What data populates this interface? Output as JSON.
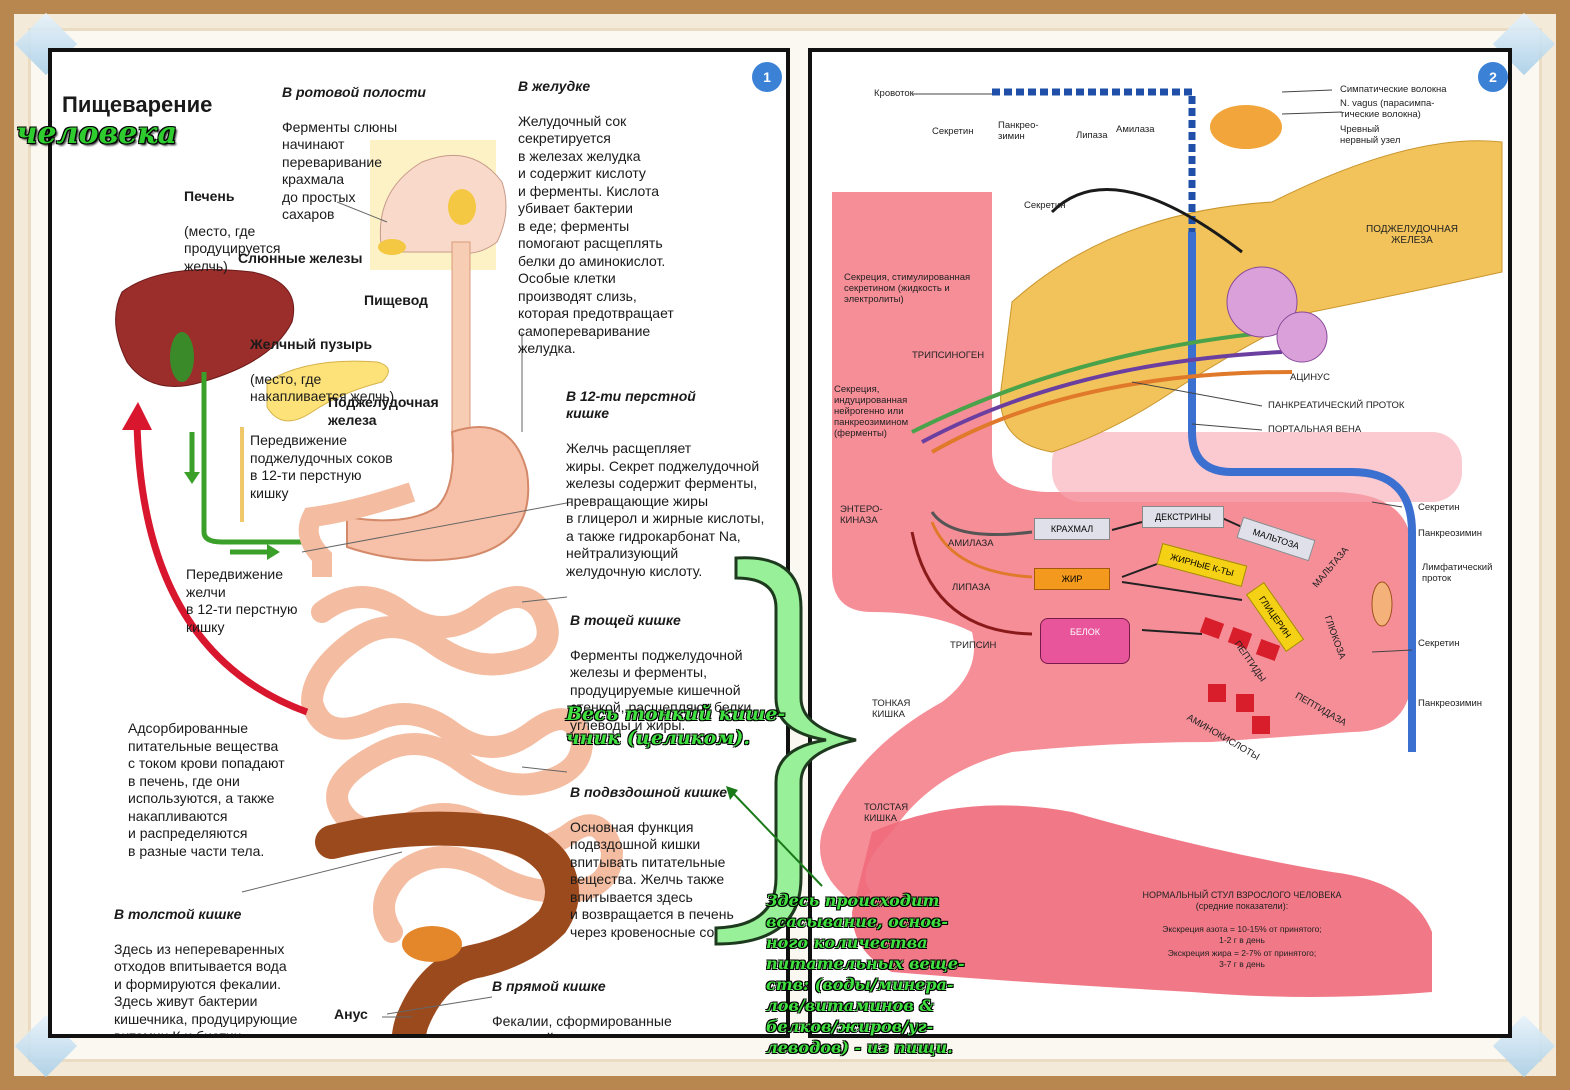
{
  "left_panel": {
    "number": "1",
    "title": "Пищеварение",
    "title_overlay": "человека",
    "sections": {
      "mouth": {
        "heading": "В ротовой полости",
        "text": "Ферменты слюны\nначинают\nпереваривание\nкрахмала\nдо простых\nсахаров"
      },
      "stomach": {
        "heading": "В желудке",
        "text": "Желудочный сок\nсекретируется\nв железах желудка\nи содержит кислоту\nи ферменты. Кислота\nубивает бактерии\nв еде; ферменты\nпомогают расщеплять\nбелки до аминокислот.\nОсобые клетки\nпроизводят слизь,\nкоторая предотвращает\nсамопереваривание\nжелудка."
      },
      "liver": {
        "heading": "Печень",
        "text": "(место, где\nпродуцируется\nжелчь)"
      },
      "salivary": {
        "heading": "Слюнные железы"
      },
      "esophagus": {
        "heading": "Пищевод"
      },
      "gallbladder": {
        "heading": "Желчный пузырь",
        "text": "(место, где\nнакапливается желчь)"
      },
      "pancreas": {
        "heading": "Поджелудочная\nжелеза"
      },
      "duodenum": {
        "heading": "В 12-ти перстной\nкишке",
        "text": "Желчь расщепляет\nжиры. Секрет поджелудочной\nжелезы содержит ферменты,\nпревращающие жиры\nв глицерол и жирные кислоты,\nа также гидрокарбонат Na,\nнейтрализующий\nжелудочную кислоту."
      },
      "pancreatic_move": {
        "text": "Передвижение\nподжелудочных соков\nв 12-ти перстную\nкишку"
      },
      "bile_move": {
        "text": "Передвижение\nжелчи\nв 12-ти перстную\nкишку"
      },
      "jejunum": {
        "heading": "В тощей кишке",
        "text": "Ферменты поджелудочной\nжелезы и ферменты,\nпродуцируемые кишечной\nстенкой, расщепляют белки,\nуглеводы и жиры."
      },
      "absorbed": {
        "text": "Адсорбированные\nпитательные вещества\nс током крови попадают\nв печень, где они\nиспользуются, а также\nнакапливаются\nи распределяются\nв разные части тела."
      },
      "ileum": {
        "heading": "В подвздошной кишке",
        "text": "Основная функция\nподвздошной кишки\nвпитывать питательные\nвещества. Желчь также\nвпитывается здесь\nи возвращается в печень\nчерез кровеносные сосуды."
      },
      "colon": {
        "heading": "В толстой кишке",
        "text": "Здесь из непереваренных\nотходов впитывается вода\nи формируются фекалии.\nЗдесь живут бактерии\nкишечника, продуцирующие\nвитамин К и биотин"
      },
      "rectum": {
        "heading": "В прямой кишке",
        "text": "Фекалии, сформированные\nв толстой кишке накапливаются\nздесь. А затем выводятся наружу."
      },
      "anus": {
        "heading": "Анус"
      }
    }
  },
  "overlay": {
    "small_intestine": "Весь тонкий кише-\nчник (целиком).",
    "absorption": "Здесь происходит\nвсасывание, основ-\nного количества\nпитательных веще-\nств: (воды/минера-\nлов/витаминов &\nбелков/жиров/уг-\nлеводов) - из пищи."
  },
  "right_panel": {
    "number": "2",
    "labels": {
      "blood": "Кровоток",
      "secretin1": "Секретин",
      "pancreozymin1": "Панкрео-\nзимин",
      "lipase_top": "Липаза",
      "amylase_top": "Амилаза",
      "sympathetic": "Симпатические волокна",
      "vagus": "N. vagus (парасимпа-\nтические волокна)",
      "celiac": "Чревный\nнервный узел",
      "secretin2": "Секретин",
      "pancreas": "ПОДЖЕЛУДОЧНАЯ\nЖЕЛЕЗА",
      "secretion_secretin": "Секреция, стимулированная\nсекретином (жидкость и\nэлектролиты)",
      "trypsinogen": "ТРИПСИНОГЕН",
      "secretion_neuro": "Секреция,\nиндуцированная\nнейрогенно или\nпанкреозимином\n(ферменты)",
      "acinus": "АЦИНУС",
      "pancreatic_duct": "ПАНКРЕАТИЧЕСКИЙ ПРОТОК",
      "portal_vein": "ПОРТАЛЬНАЯ ВЕНА",
      "enterokinase": "ЭНТЕРО-\nКИНАЗА",
      "amylase": "АМИЛАЗА",
      "lipase": "ЛИПАЗА",
      "trypsin": "ТРИПСИН",
      "starch": "КРАХМАЛ",
      "dextrins": "ДЕКСТРИНЫ",
      "maltose": "МАЛЬТОЗА",
      "maltase": "МАЛЬТАЗА",
      "fat": "ЖИР",
      "fatty_acids": "ЖИРНЫЕ К-ТЫ",
      "glycerin": "ГЛИЦЕРИН",
      "glucose": "ГЛЮКОЗА",
      "protein": "БЕЛОК",
      "peptides": "ПЕПТИДЫ",
      "peptidase": "ПЕПТИДАЗА",
      "amino_acids": "АМИНОКИСЛОТЫ",
      "secretin3": "Секретин",
      "pancreozymin2": "Панкреозимин",
      "lymph_duct": "Лимфатический\nпроток",
      "secretin4": "Секретин",
      "pancreozymin3": "Панкреозимин",
      "small_intestine": "ТОНКАЯ\nКИШКА",
      "large_intestine": "ТОЛСТАЯ\nКИШКА",
      "stool_title": "НОРМАЛЬНЫЙ СТУЛ ВЗРОСЛОГО ЧЕЛОВЕКА\n(средние показатели):",
      "stool_nitrogen": "Экскреция азота = 10-15% от принятого;\n1-2 г в день",
      "stool_fat": "Экскреция жира = 2-7% от принятого;\n3-7 г в день"
    }
  }
}
